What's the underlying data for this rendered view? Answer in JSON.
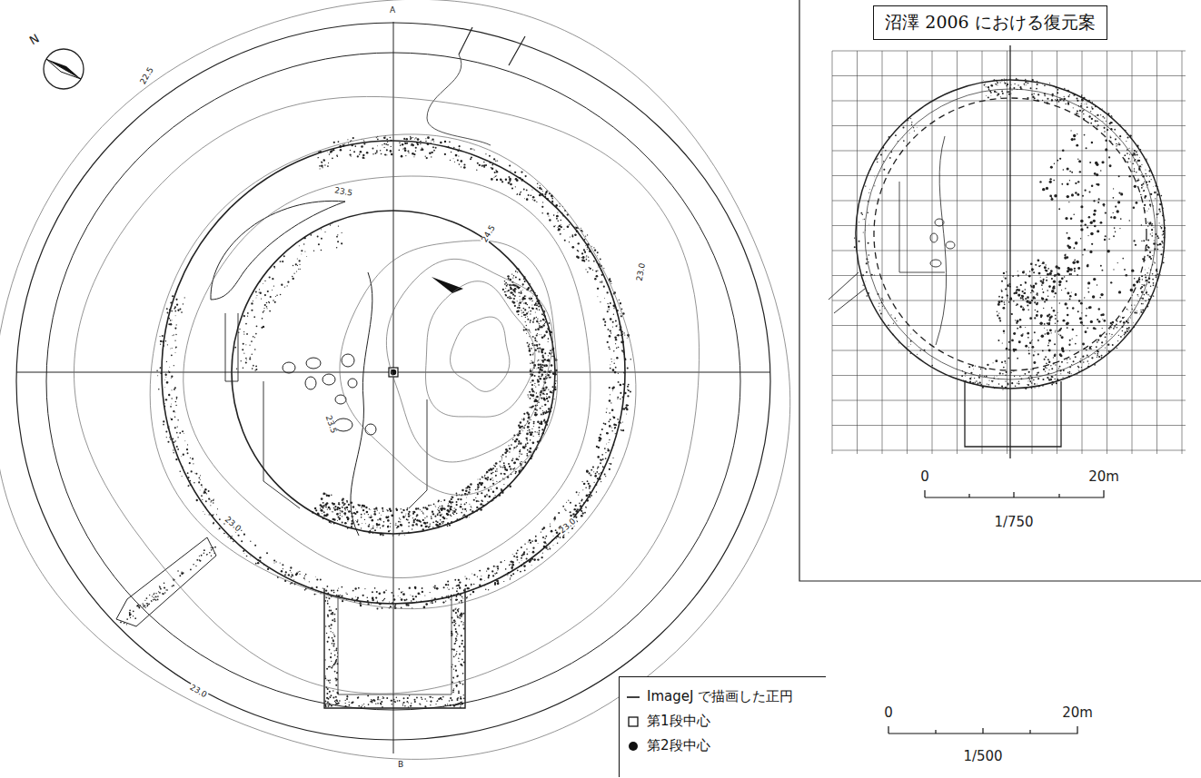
{
  "diagram": {
    "nodes": [
      {
        "text": [
          "沼澤 2006 における復元案"
        ]
      }
    ],
    "labels": [
      "N",
      "A",
      "B",
      "22.5",
      "23.0",
      "23.0",
      "23.5",
      "23.5",
      "24.5",
      "23.0",
      "23.0",
      "0",
      "20m",
      "1/750",
      "0",
      "20m",
      "1/500"
    ],
    "legend": [
      {
        "text": "ImageJ で描画した正円"
      },
      {
        "text": "第1段中心"
      },
      {
        "text": "第2段中心"
      }
    ]
  }
}
